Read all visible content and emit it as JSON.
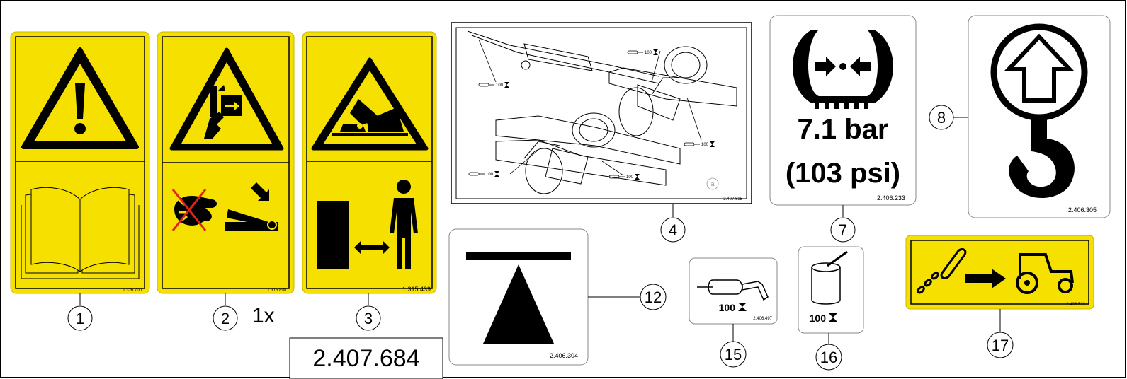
{
  "decals": {
    "d1": {
      "callout": "1",
      "part_no": "1.326.700"
    },
    "d2": {
      "callout": "2",
      "part_no": "1.315.890",
      "qty": "1x"
    },
    "d3": {
      "callout": "3",
      "part_no": "1.315.439"
    },
    "d4": {
      "callout": "4",
      "part_no": "2.407.685",
      "lube_label": "100",
      "view_label": "a"
    },
    "d7": {
      "callout": "7",
      "line1": "7.1 bar",
      "line2": "(103 psi)",
      "part_no": "2.406.233"
    },
    "d8": {
      "callout": "8",
      "part_no": "2.406.305"
    },
    "d12": {
      "callout": "12",
      "part_no": "2.406.304"
    },
    "d15": {
      "callout": "15",
      "label": "100",
      "part_no": "2.406.497"
    },
    "d16": {
      "callout": "16",
      "label": "100",
      "part_no": ""
    },
    "d17": {
      "callout": "17",
      "part_no": "2.406.523"
    }
  },
  "kit_part_no": "2.407.684",
  "colors": {
    "yellow": "#f5e000",
    "black": "#000000",
    "red": "#e2231a",
    "decal_border": "#888888"
  },
  "icons": [
    "warning-triangle-icon",
    "manual-book-icon",
    "hand-crush-icon",
    "no-hand-icon",
    "hinged-gate-icon",
    "falling-object-icon",
    "safe-distance-icon",
    "tire-pressure-icon",
    "lift-hook-icon",
    "support-point-icon",
    "grease-gun-icon",
    "paint-can-icon",
    "tow-chain-tractor-icon"
  ]
}
